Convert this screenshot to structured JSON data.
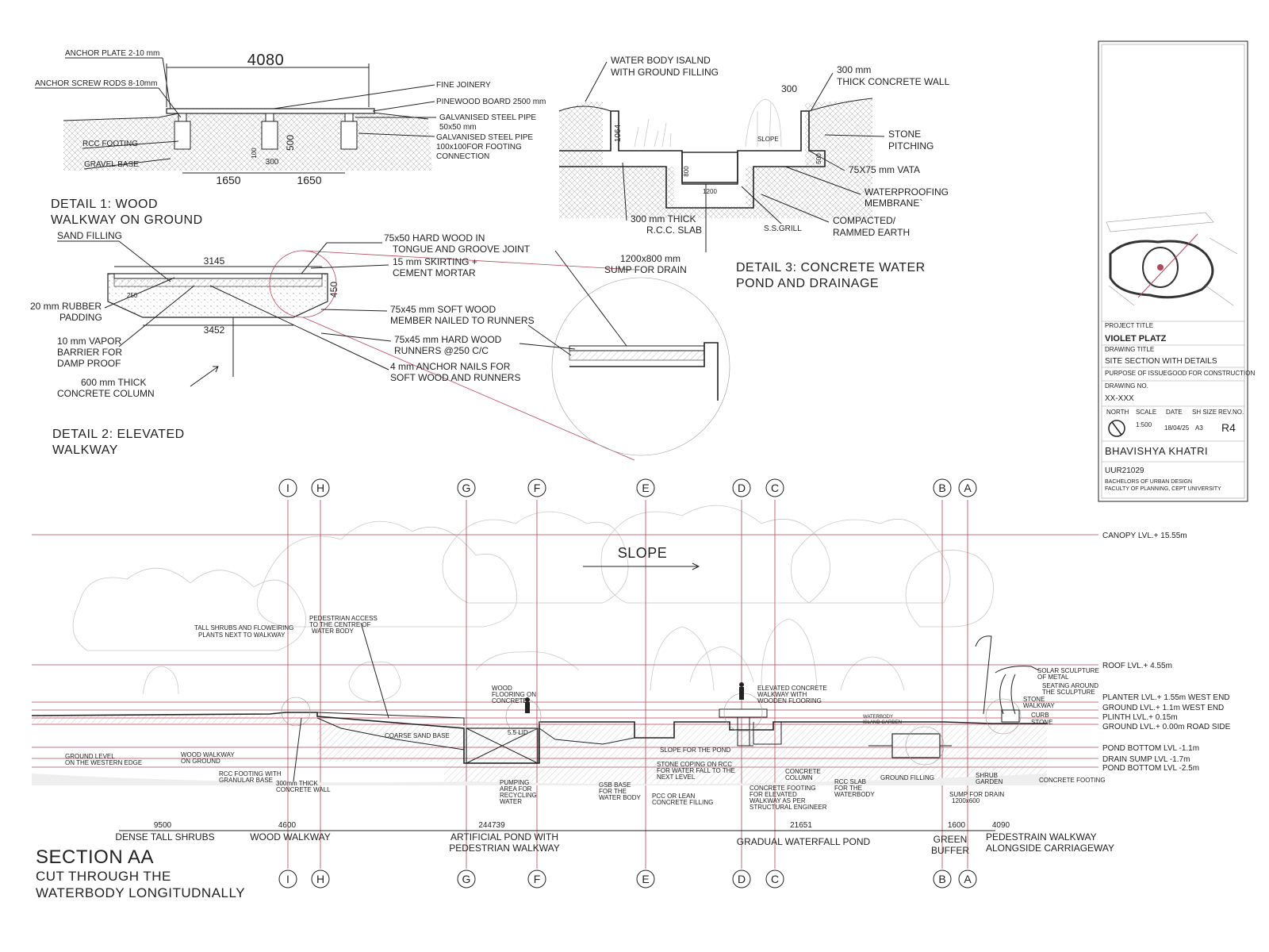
{
  "detail1": {
    "title_line1": "DETAIL 1: WOOD",
    "title_line2": "WALKWAY ON GROUND",
    "dim_top": "4080",
    "dim_span1": "1650",
    "dim_span2": "1650",
    "dim_300": "300",
    "dim_500": "500",
    "dim_100": "100",
    "labels": {
      "anchor_plate": "ANCHOR PLATE 2-10 mm",
      "anchor_screw": "ANCHOR SCREW RODS 8-10mm",
      "rcc_footing": "RCC FOOTING",
      "gravel_base": "GRAVEL BASE",
      "fine_joinery": "FINE JOINERY",
      "pinewood": "PINEWOOD BOARD 2500 mm",
      "galv1_a": "GALVANISED STEEL PIPE",
      "galv1_b": "50x50 mm",
      "galv2_a": "GALVANISED STEEL PIPE",
      "galv2_b": "100x100FOR FOOTING",
      "galv2_c": "CONNECTION"
    }
  },
  "detail2": {
    "title_line1": "DETAIL 2: ELEVATED",
    "title_line2": "WALKWAY",
    "dim_3145": "3145",
    "dim_3452": "3452",
    "dim_450": "450",
    "dim_250": "250",
    "labels": {
      "sand": "SAND FILLING",
      "rubber_a": "20 mm RUBBER",
      "rubber_b": "PADDING",
      "vapor_a": "10 mm VAPOR",
      "vapor_b": "BARRIER FOR",
      "vapor_c": "DAMP PROOF",
      "column_a": "600 mm THICK",
      "column_b": "CONCRETE COLUMN",
      "hardwood_a": "75x50 HARD WOOD IN",
      "hardwood_b": "TONGUE AND GROOVE JOINT",
      "skirting_a": "15 mm SKIRTING +",
      "skirting_b": "CEMENT MORTAR",
      "softwood_a": "75x45 mm SOFT WOOD",
      "softwood_b": "MEMBER NAILED TO RUNNERS",
      "runners_a": "75x45 mm HARD WOOD",
      "runners_b": "RUNNERS @250 C/C",
      "nails_a": "4 mm ANCHOR NAILS FOR",
      "nails_b": "SOFT WOOD AND RUNNERS"
    }
  },
  "detail3": {
    "title_line1": "DETAIL 3: CONCRETE WATER",
    "title_line2": "POND AND DRAINAGE",
    "dim_300": "300",
    "dim_1064": "1064",
    "dim_1200": "1200",
    "dim_800": "800",
    "dim_500": "500",
    "labels": {
      "island_a": "WATER BODY ISALND",
      "island_b": "WITH GROUND FILLING",
      "wall_a": "300 mm",
      "wall_b": "THICK CONCRETE WALL",
      "stone_a": "STONE",
      "stone_b": "PITCHING",
      "vata": "75X75 mm VATA",
      "membrane_a": "WATERPROOFING",
      "membrane_b": "MEMBRANE`",
      "compacted_a": "COMPACTED/",
      "compacted_b": "RAMMED EARTH",
      "ssgrill": "S.S.GRILL",
      "slab_a": "300 mm THICK",
      "slab_b": "R.C.C. SLAB",
      "sump_a": "1200x800 mm",
      "sump_b": "SUMP FOR DRAIN",
      "slope": "SLOPE"
    }
  },
  "titleblock": {
    "project_title_label": "PROJECT TITLE",
    "project_title": "VIOLET PLATZ",
    "drawing_title_label": "DRAWING TITLE",
    "drawing_title": "SITE SECTION WITH DETAILS",
    "purpose_label": "PURPOSE OF ISSUE :",
    "purpose": "GOOD FOR CONSTRUCTION",
    "drawing_no_label": "DRAWING NO.",
    "drawing_no": "XX-XXX",
    "north_label": "NORTH",
    "scale_label": "SCALE",
    "date_label": "DATE",
    "size_label": "SH SIZE",
    "rev_label": "REV.NO.",
    "scale": "1:500",
    "date": "18/04/25",
    "size": "A3",
    "rev": "R4",
    "author": "BHAVISHYA KHATRI",
    "id": "UUR21029",
    "course": "BACHELORS OF URBAN DESIGN",
    "faculty": "FACULTY OF PLANNING, CEPT UNIVERSITY"
  },
  "section": {
    "title_line1": "SECTION AA",
    "title_line2": "CUT THROUGH THE",
    "title_line3": "WATERBODY LONGITUDNALLY",
    "slope": "SLOPE",
    "grid": [
      "I",
      "H",
      "G",
      "F",
      "E",
      "D",
      "C",
      "B",
      "A"
    ],
    "levels": {
      "canopy": "CANOPY LVL.+ 15.55m",
      "roof": "ROOF LVL.+ 4.55m",
      "planter": "PLANTER LVL.+ 1.55m WEST END",
      "ground_w": "GROUND LVL.+ 1.1m WEST END",
      "plinth": "PLINTH LVL.+ 0.15m",
      "ground_r": "GROUND LVL.+ 0.00m ROAD SIDE",
      "pond1": "POND BOTTOM LVL -1.1m",
      "drain": "DRAIN SUMP LVL -1.7m",
      "pond2": "POND BOTTOM LVL -2.5m"
    },
    "dims": {
      "d1": "9500",
      "d2": "4600",
      "d3": "244739",
      "d4": "21651",
      "d5": "1600",
      "d6": "4090"
    },
    "zones": {
      "z1": "DENSE TALL SHRUBS",
      "z2": "WOOD WALKWAY",
      "z3a": "ARTIFICIAL POND WITH",
      "z3b": "PEDESTRIAN WALKWAY",
      "z4": "GRADUAL WATERFALL POND",
      "z5a": "GREEN",
      "z5b": "BUFFER",
      "z6a": "PEDESTRAIN WALKWAY",
      "z6b": "ALONGSIDE CARRIAGEWAY"
    },
    "notes": {
      "n1a": "TALL SHRUBS AND FLOWEIRING",
      "n1b": "PLANTS NEXT TO WALKWAY",
      "n2a": "PEDESTRIAN ACCESS",
      "n2b": "TO THE CENTRE OF",
      "n2c": "WATER BODY",
      "n3a": "WOOD",
      "n3b": "FLOORING ON",
      "n3c": "CONCRETE",
      "n4a": "ELEVATED CONCRETE",
      "n4b": "WALKWAY WITH",
      "n4c": "WOODEN FLOORING",
      "n5a": "SOLAR SCULPTURE",
      "n5b": "OF METAL",
      "n6a": "SEATING AROUND",
      "n6b": "THE SCULPTURE",
      "n7a": "STONE",
      "n7b": "WALKWAY",
      "n8": "CURB",
      "n9": "STONE",
      "n10a": "GROUND LEVEL",
      "n10b": "ON THE WESTERN EDGE",
      "n11a": "WOOD WALKWAY",
      "n11b": "ON GROUND",
      "n12a": "RCC FOOTING WITH",
      "n12b": "GRANULAR BASE",
      "n13a": "300mm THICK",
      "n13b": "CONCRETE WALL",
      "n14": "COARSE SAND BASE",
      "n15": "5.5 LID",
      "n16a": "PUMPING",
      "n16b": "AREA FOR",
      "n16c": "RECYCLING",
      "n16d": "WATER",
      "n17a": "GSB BASE",
      "n17b": "FOR THE",
      "n17c": "WATER BODY",
      "n18a": "PCC OR LEAN",
      "n18b": "CONCRETE FILLING",
      "n19": "SLOPE FOR THE POND",
      "n20a": "STONE COPING ON RCC",
      "n20b": "FOR WATER FALL TO THE",
      "n20c": "NEXT LEVEL",
      "n21a": "CONCRETE FOOTING",
      "n21b": "FOR ELEVATED",
      "n21c": "WALKWAY AS PER",
      "n21d": "STRUCTURAL ENGINEER",
      "n22a": "CONCRETE",
      "n22b": "COLUMN",
      "n23a": "RCC SLAB",
      "n23b": "FOR THE",
      "n23c": "WATERBODY",
      "n24": "GROUND FILLING",
      "n25a": "WATERBODY",
      "n25b": "ISLAND GARDEN",
      "n26a": "SUMP FOR DRAIN",
      "n26b": "1200x600",
      "n27a": "SHRUB",
      "n27b": "GARDEN",
      "n28": "CONCRETE FOOTING"
    }
  }
}
